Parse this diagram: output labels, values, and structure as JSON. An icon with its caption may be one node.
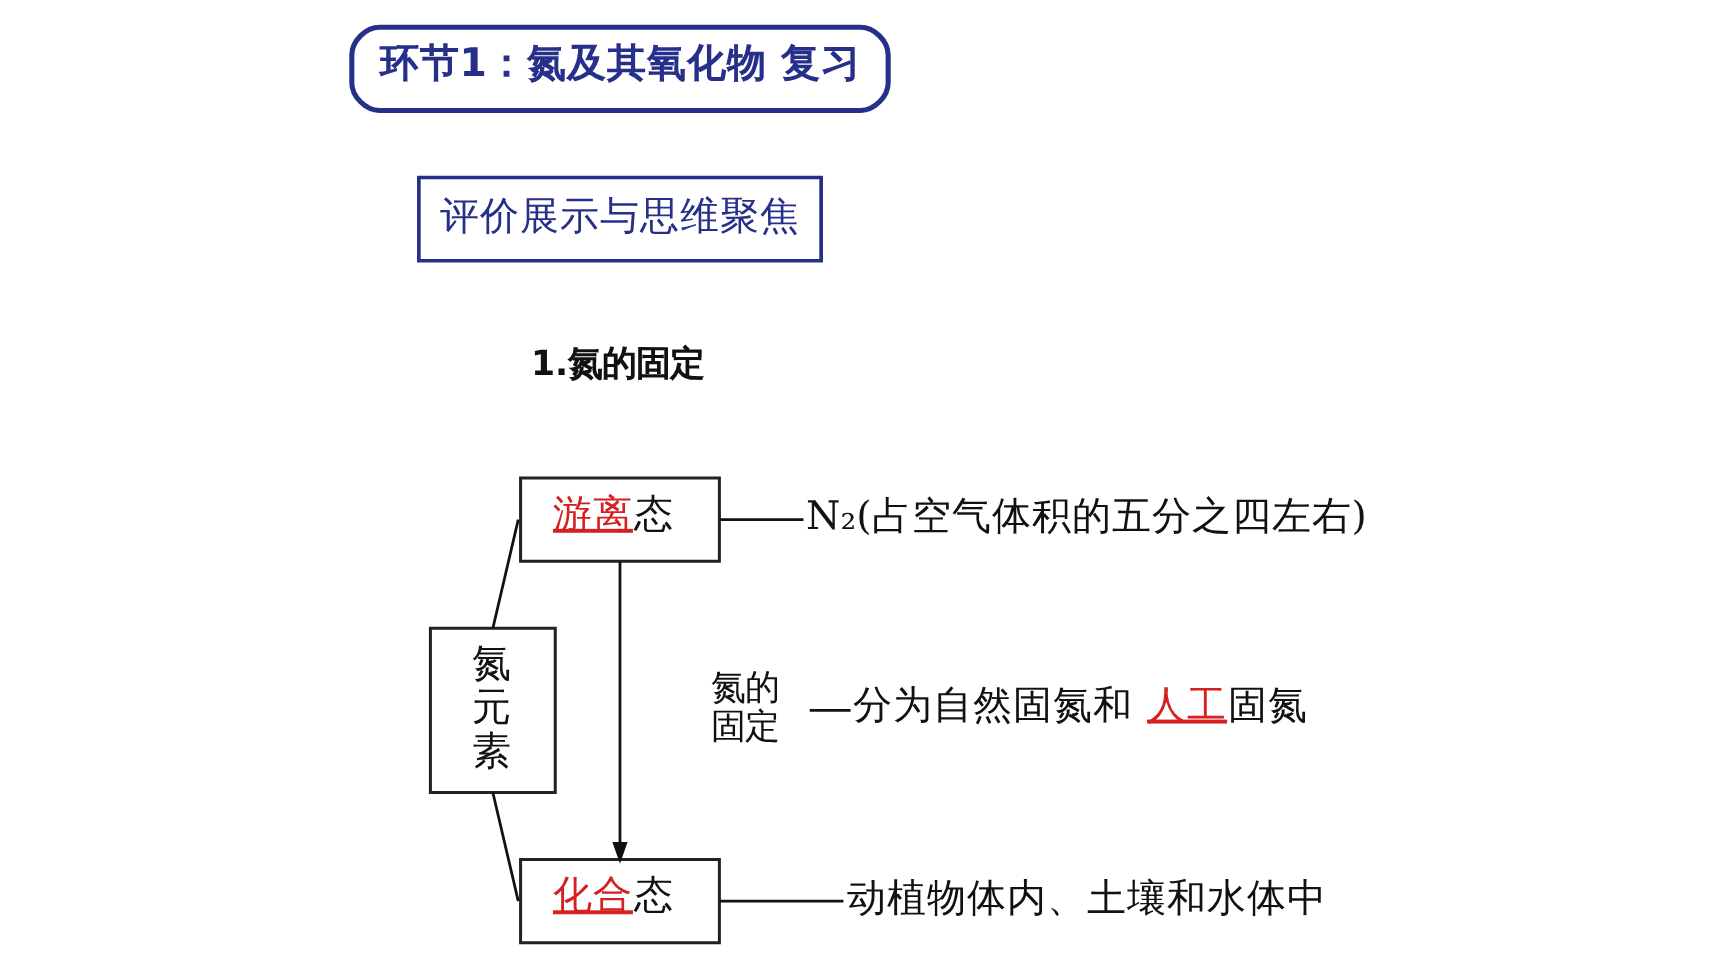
{
  "diagram": {
    "nodes": [
      {
        "text": [
          "环节1：氮及其氧化物 复习"
        ]
      },
      {
        "text": [
          "评价展示与思维聚焦"
        ]
      },
      {
        "text": [
          "氮元素"
        ]
      },
      {
        "text": [
          "游离",
          "态"
        ]
      },
      {
        "text": [
          "N₂(占空气体积的五分之四左右)"
        ]
      },
      {
        "text": [
          "氮的固定"
        ]
      },
      {
        "text": [
          "分为自然固氮和",
          "人工",
          "固氮"
        ]
      },
      {
        "text": [
          "化合",
          "态"
        ]
      },
      {
        "text": [
          "动植物体内、土壤和水体中"
        ]
      }
    ],
    "edges": [
      {
        "from": 2,
        "to": 3,
        "arrow": "none"
      },
      {
        "from": 2,
        "to": 7,
        "arrow": "none"
      },
      {
        "from": 3,
        "to": 7,
        "arrow": "to"
      },
      {
        "from": 3,
        "to": 4,
        "arrow": "none"
      },
      {
        "from": 5,
        "to": 6,
        "arrow": "none"
      },
      {
        "from": 7,
        "to": 8,
        "arrow": "none"
      }
    ],
    "labels": [
      "1.氮的固定"
    ]
  }
}
